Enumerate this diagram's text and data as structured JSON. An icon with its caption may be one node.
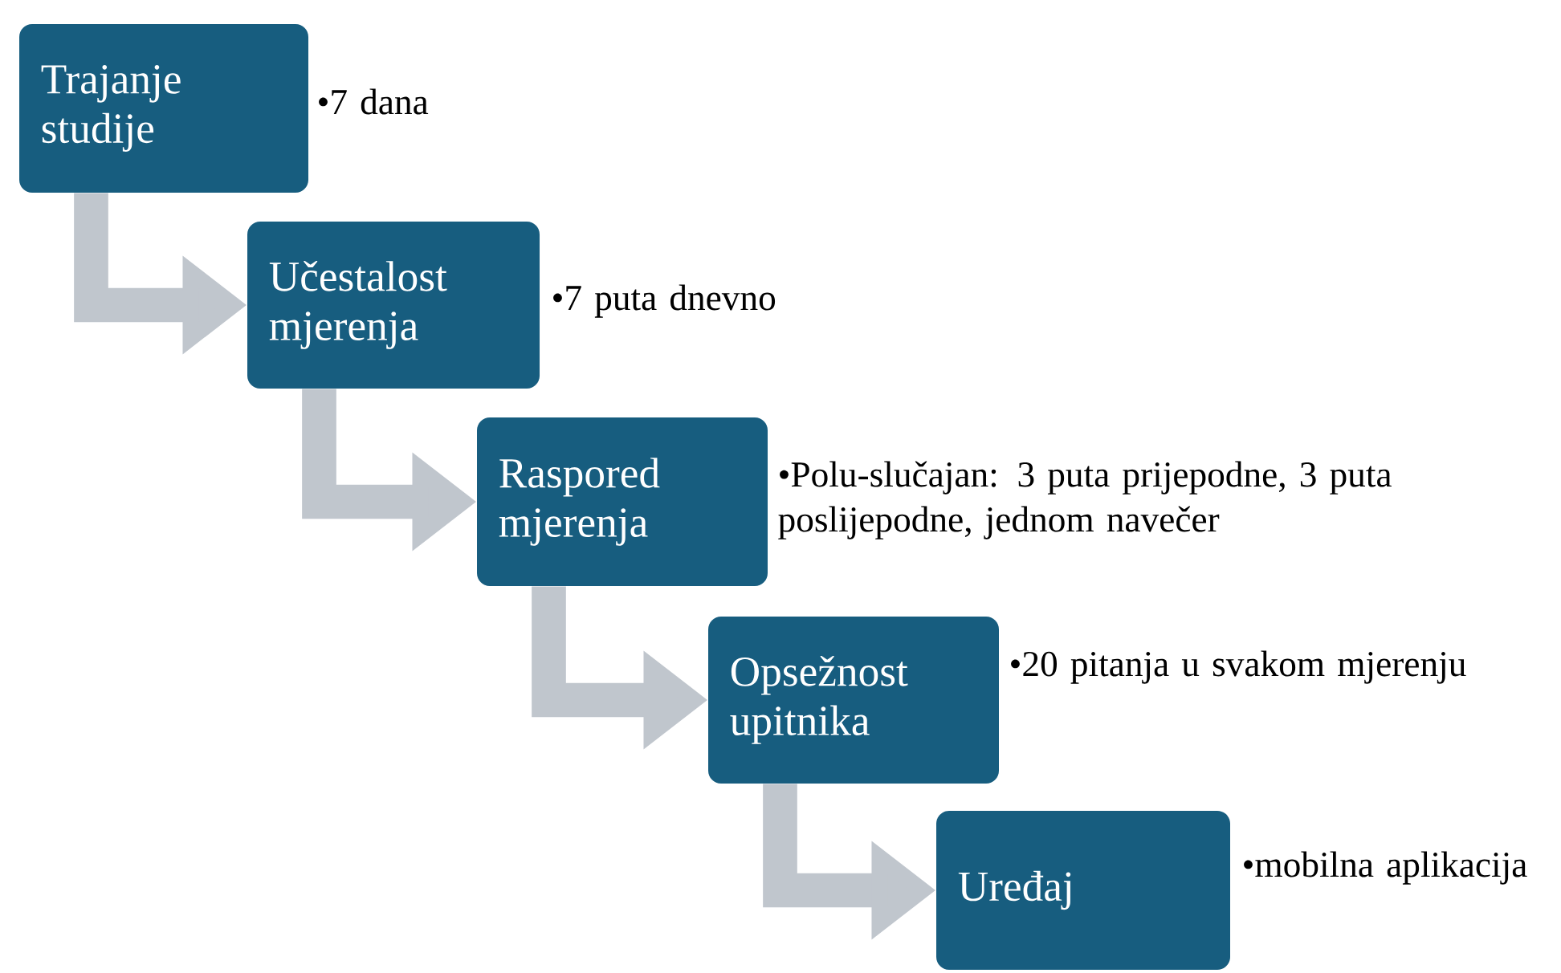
{
  "diagram": {
    "nodes": [
      {
        "text": [
          "Trajanje studije"
        ],
        "beside": [
          "•7 dana"
        ]
      },
      {
        "text": [
          "Učestalost mjerenja"
        ],
        "beside": [
          "•7 puta dnevno"
        ]
      },
      {
        "text": [
          "Raspored mjerenja"
        ],
        "beside": [
          "•Polu-slučajan: 3 puta prijepodne, 3 puta poslijepodne, jednom navečer"
        ]
      },
      {
        "text": [
          "Opsežnost upitnika"
        ],
        "beside": [
          "•20 pitanja u svakom mjerenju"
        ]
      },
      {
        "text": [
          "Uređaj"
        ],
        "beside": [
          "•mobilna aplikacija"
        ]
      }
    ],
    "edges": [
      {
        "from": 0,
        "to": 1,
        "arrow": "to"
      },
      {
        "from": 1,
        "to": 2,
        "arrow": "to"
      },
      {
        "from": 2,
        "to": 3,
        "arrow": "to"
      },
      {
        "from": 3,
        "to": 4,
        "arrow": "to"
      }
    ]
  }
}
